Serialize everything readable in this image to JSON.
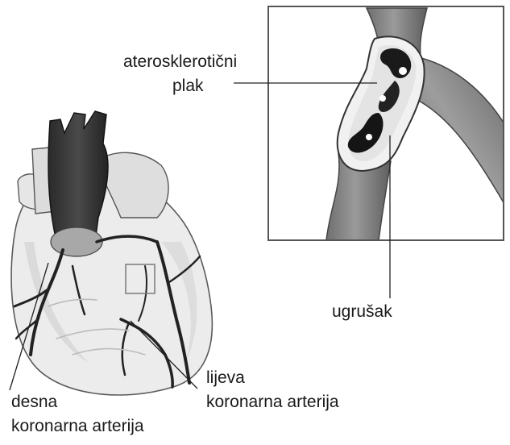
{
  "labels": {
    "plaque_line1": "aterosklerotični",
    "plaque_line2": "plak",
    "clot": "ugrušak",
    "left_line1": "lijeva",
    "left_line2": "koronarna arterija",
    "right_line1": "desna",
    "right_line2": "koronarna arterija"
  }
}
